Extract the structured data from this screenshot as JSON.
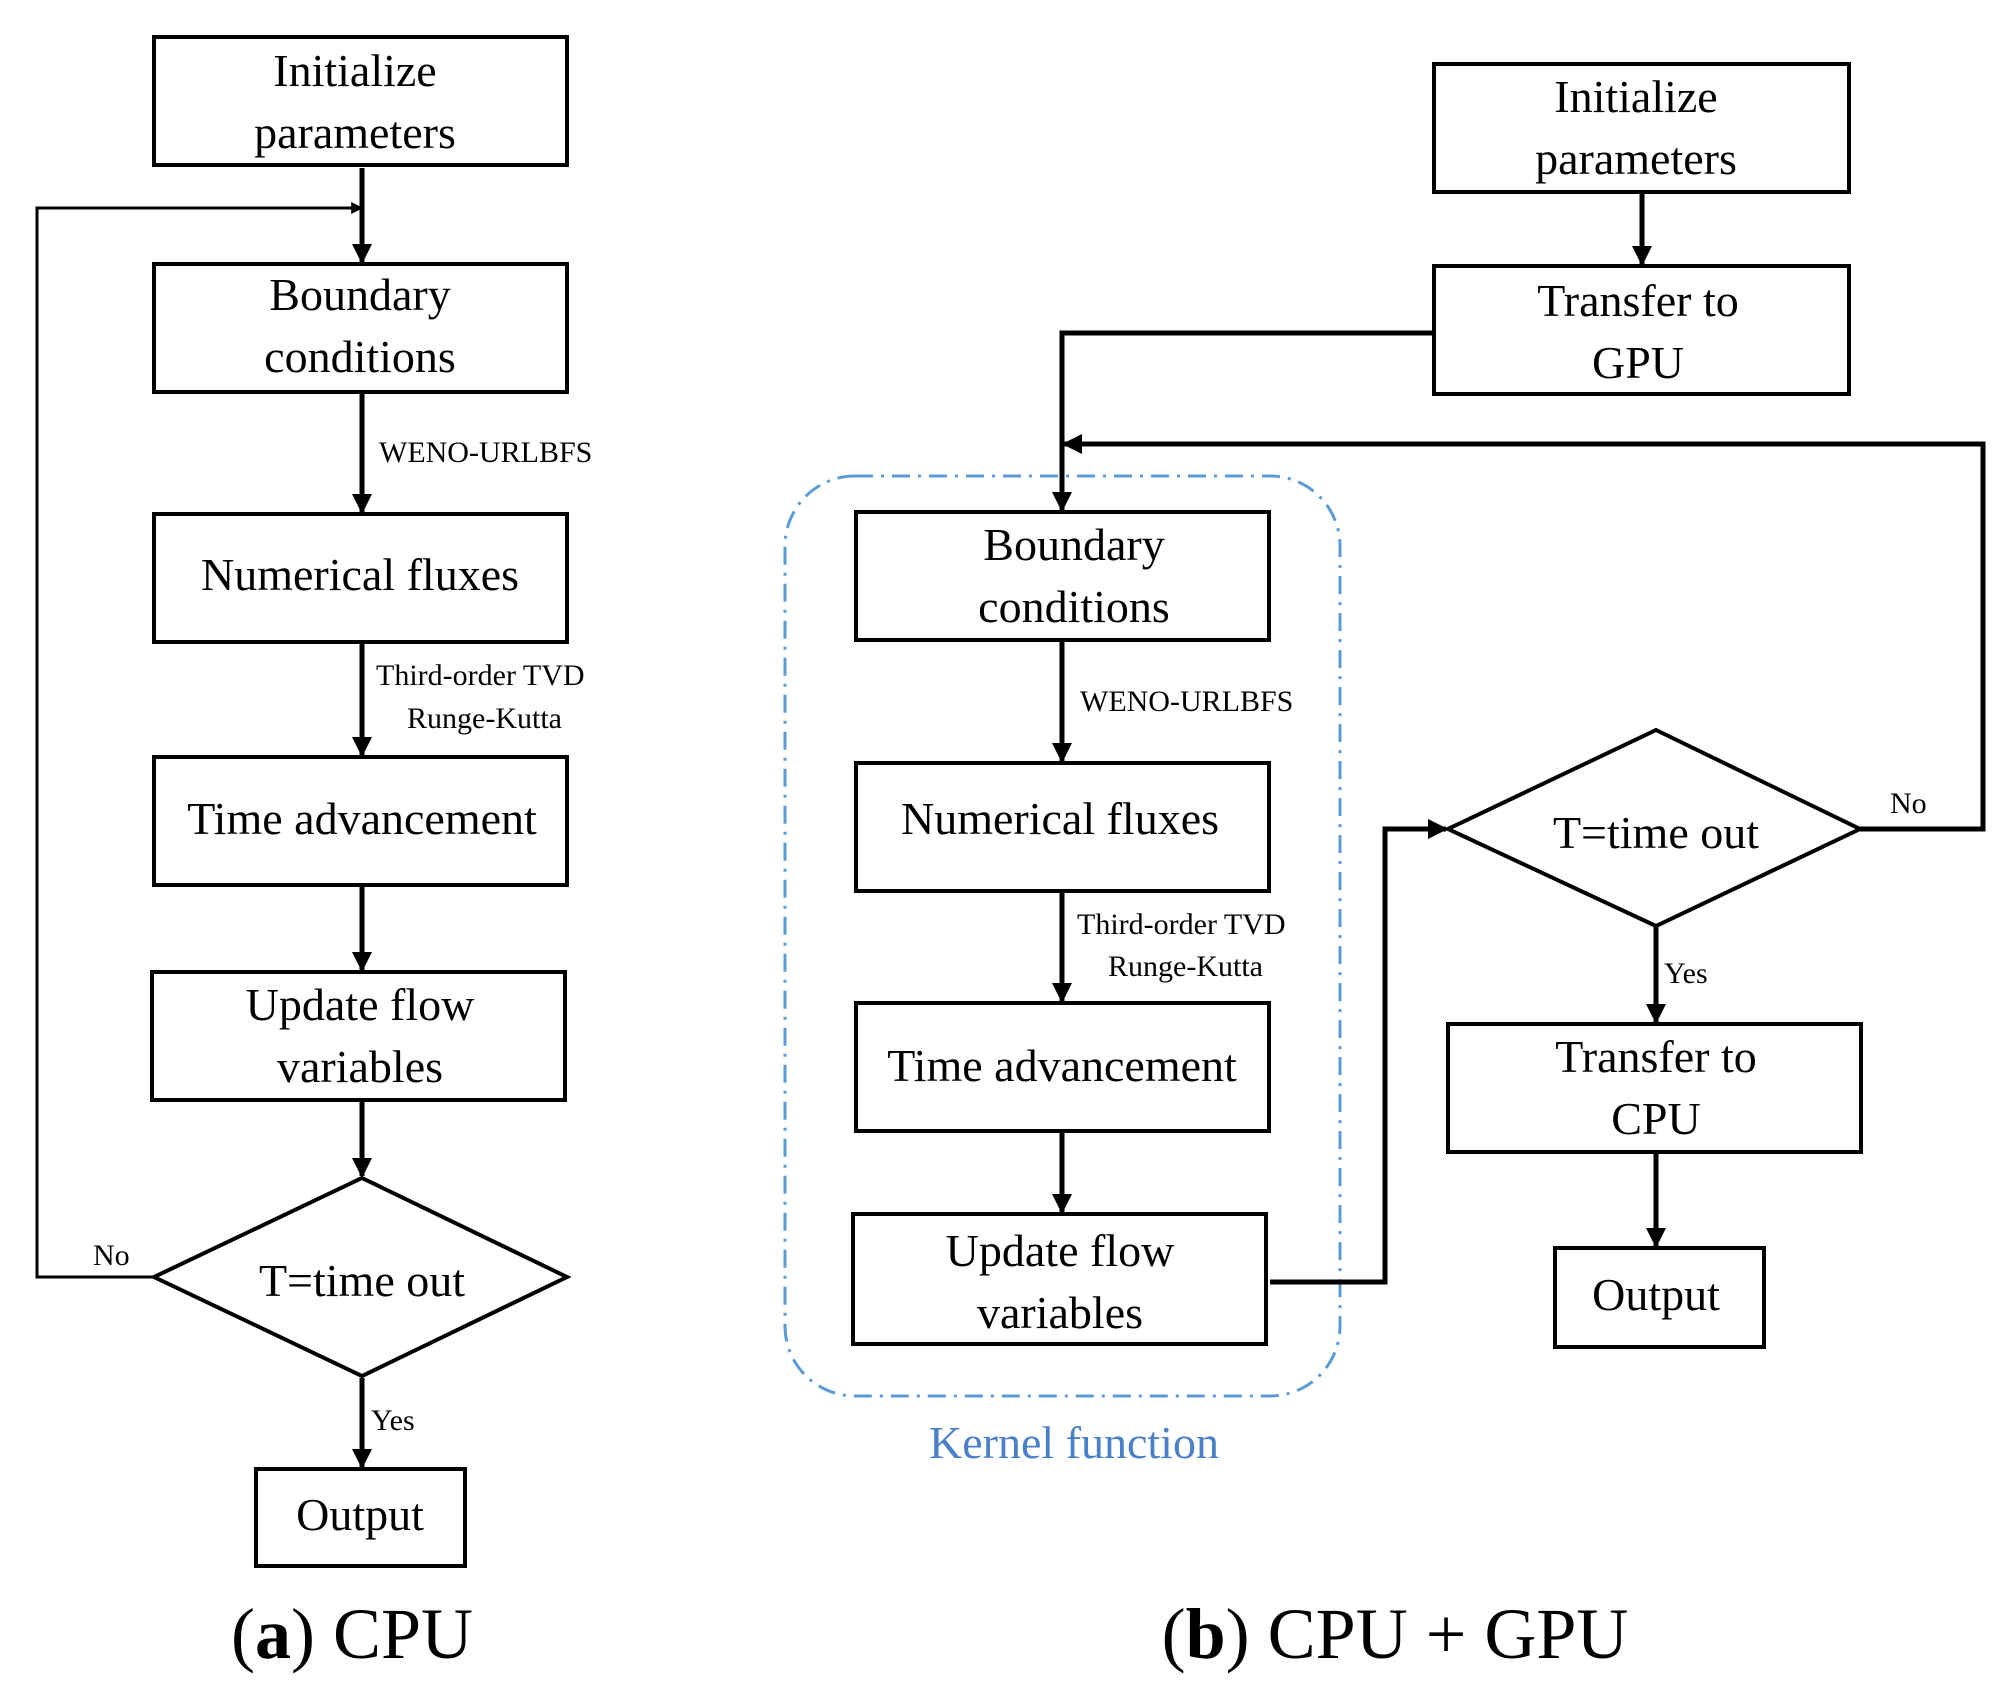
{
  "panel_a": {
    "nodes": {
      "init": [
        "Initialize",
        "parameters"
      ],
      "boundary": [
        "Boundary",
        "conditions"
      ],
      "fluxes": [
        "Numerical fluxes"
      ],
      "time": [
        "Time advancement"
      ],
      "update": [
        "Update flow",
        "variables"
      ],
      "decision": [
        "T=time out"
      ],
      "output": [
        "Output"
      ]
    },
    "edge_labels": {
      "weno": "WENO-URLBFS",
      "tvd_1": "Third-order TVD",
      "tvd_2": "Runge-Kutta",
      "no": "No",
      "yes": "Yes"
    },
    "caption": {
      "letter": "a",
      "text": "CPU"
    }
  },
  "panel_b": {
    "nodes": {
      "init": [
        "Initialize",
        "parameters"
      ],
      "transfer_gpu": [
        "Transfer to",
        "GPU"
      ],
      "boundary": [
        "Boundary",
        "conditions"
      ],
      "fluxes": [
        "Numerical fluxes"
      ],
      "time": [
        "Time advancement"
      ],
      "update": [
        "Update flow",
        "variables"
      ],
      "decision": [
        "T=time out"
      ],
      "transfer_cpu": [
        "Transfer to",
        "CPU"
      ],
      "output": [
        "Output"
      ]
    },
    "edge_labels": {
      "weno": "WENO-URLBFS",
      "tvd_1": "Third-order TVD",
      "tvd_2": "Runge-Kutta",
      "no": "No",
      "yes": "Yes"
    },
    "kernel_label": "Kernel function",
    "caption": {
      "letter": "b",
      "text": "CPU + GPU"
    }
  },
  "colors": {
    "line": "#000000",
    "kernel_frame": "#5b9bd5",
    "kernel_label": "#4a7fc9"
  }
}
